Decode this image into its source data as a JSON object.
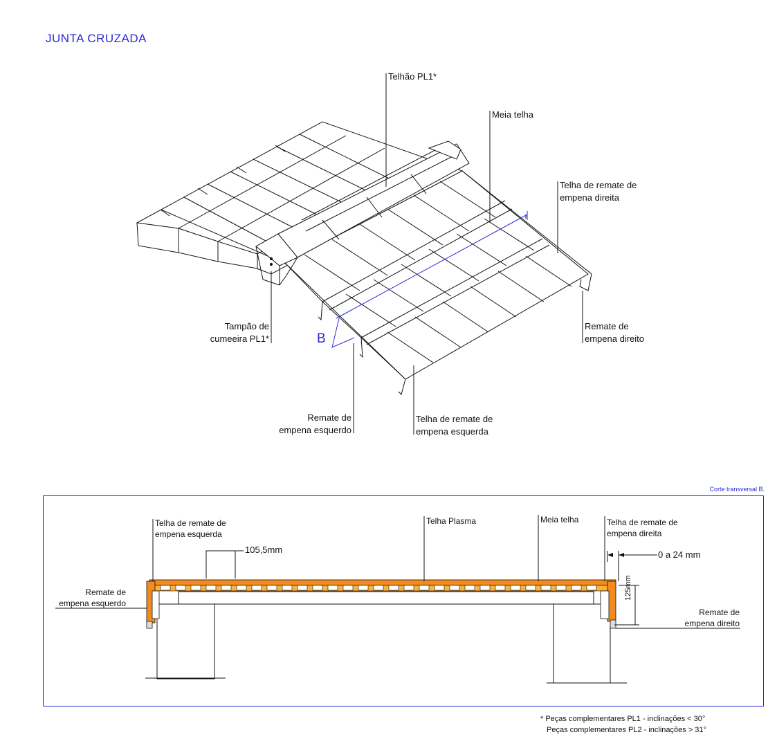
{
  "title": "JUNTA CRUZADA",
  "perspective": {
    "labels": {
      "telhao": "Telhão PL1*",
      "meia_telha": "Meia telha",
      "telha_remate_dir_1": "Telha de remate de",
      "telha_remate_dir_2": "empena direita",
      "tampao_1": "Tampão de",
      "tampao_2": "cumeeira PL1*",
      "remate_dir_1": "Remate de",
      "remate_dir_2": "empena direito",
      "remate_esq_1": "Remate de",
      "remate_esq_2": "empena esquerdo",
      "telha_remate_esq_1": "Telha de remate de",
      "telha_remate_esq_2": "empena esquerda"
    },
    "section_mark": "B"
  },
  "section": {
    "caption": "Corte transversal B.",
    "labels": {
      "telha_remate_esq_1": "Telha de remate de",
      "telha_remate_esq_2": "empena esquerda",
      "telha_plasma": "Telha Plasma",
      "meia_telha": "Meia telha",
      "telha_remate_dir_1": "Telha de remate de",
      "telha_remate_dir_2": "empena direita",
      "remate_esq_1": "Remate de",
      "remate_esq_2": "empena esquerdo",
      "remate_dir_1": "Remate de",
      "remate_dir_2": "empena direito"
    },
    "dimensions": {
      "overlap": "105,5mm",
      "gap": "0 a 24 mm",
      "height": "125mm"
    }
  },
  "footnote": {
    "line1": "* Peças complementares  PL1 -  inclinações < 30°",
    "line2": "Peças complementares PL2 - inclinações > 31°"
  },
  "colors": {
    "accent": "#2a2ad8",
    "tile": "#f28c1e",
    "tile_light": "#fbb040",
    "line": "#111111"
  }
}
